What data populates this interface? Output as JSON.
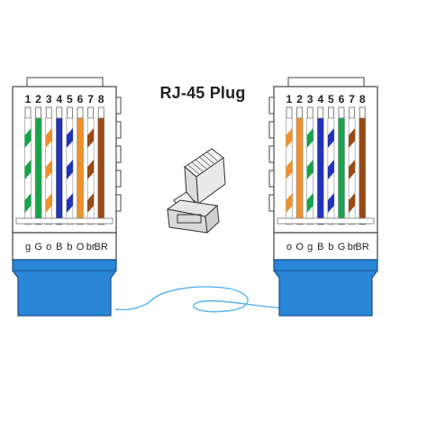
{
  "title": "RJ-45 Plug",
  "colors": {
    "orange": "#f0902a",
    "green": "#16a34a",
    "blue": "#2233b8",
    "brown": "#9a4a14",
    "white": "#ffffff",
    "boot_blue": "#2a86d8",
    "cable_blue": "#58b3ee"
  },
  "connectors": [
    {
      "id": "left",
      "pins": [
        "1",
        "2",
        "3",
        "4",
        "5",
        "6",
        "7",
        "8"
      ],
      "codes": [
        "g",
        "G",
        "o",
        "B",
        "b",
        "O",
        "br",
        "BR"
      ],
      "wires": [
        {
          "color": "green",
          "striped": true
        },
        {
          "color": "green",
          "striped": false
        },
        {
          "color": "orange",
          "striped": true
        },
        {
          "color": "blue",
          "striped": false
        },
        {
          "color": "blue",
          "striped": true
        },
        {
          "color": "orange",
          "striped": false
        },
        {
          "color": "brown",
          "striped": true
        },
        {
          "color": "brown",
          "striped": false
        }
      ]
    },
    {
      "id": "right",
      "pins": [
        "1",
        "2",
        "3",
        "4",
        "5",
        "6",
        "7",
        "8"
      ],
      "codes": [
        "o",
        "O",
        "g",
        "B",
        "b",
        "G",
        "br",
        "BR"
      ],
      "wires": [
        {
          "color": "orange",
          "striped": true
        },
        {
          "color": "orange",
          "striped": false
        },
        {
          "color": "green",
          "striped": true
        },
        {
          "color": "blue",
          "striped": false
        },
        {
          "color": "blue",
          "striped": true
        },
        {
          "color": "green",
          "striped": false
        },
        {
          "color": "brown",
          "striped": true
        },
        {
          "color": "brown",
          "striped": false
        }
      ]
    }
  ]
}
